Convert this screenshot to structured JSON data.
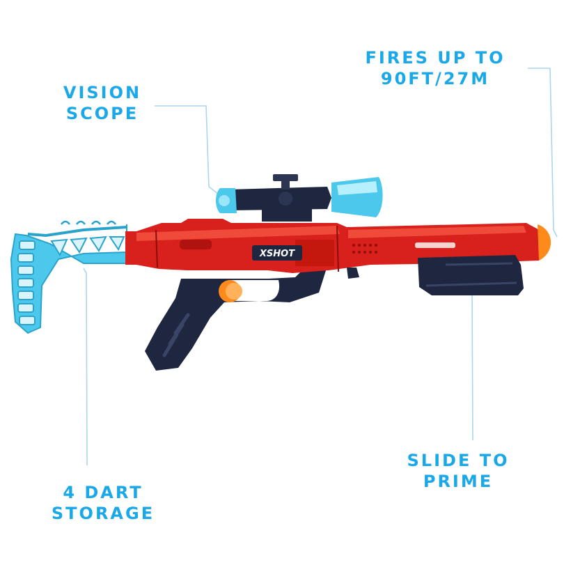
{
  "callouts": {
    "vision_scope": {
      "line1": "VISION",
      "line2": "SCOPE"
    },
    "range": {
      "line1": "FIRES UP TO",
      "line2": "90FT/27M"
    },
    "dart_storage": {
      "line1": "4 DART",
      "line2": "STORAGE"
    },
    "slide_prime": {
      "line1": "SLIDE TO",
      "line2": "PRIME"
    }
  },
  "blaster": {
    "brand_logo": "XSHOT"
  },
  "colors": {
    "callout_text": "#1aa8e8",
    "leader_line": "#a9d6ee",
    "blaster_body": "#d8201c",
    "blaster_grip": "#1f2740",
    "stock": "#4cc8ec",
    "accent_orange": "#ff8a1c"
  }
}
